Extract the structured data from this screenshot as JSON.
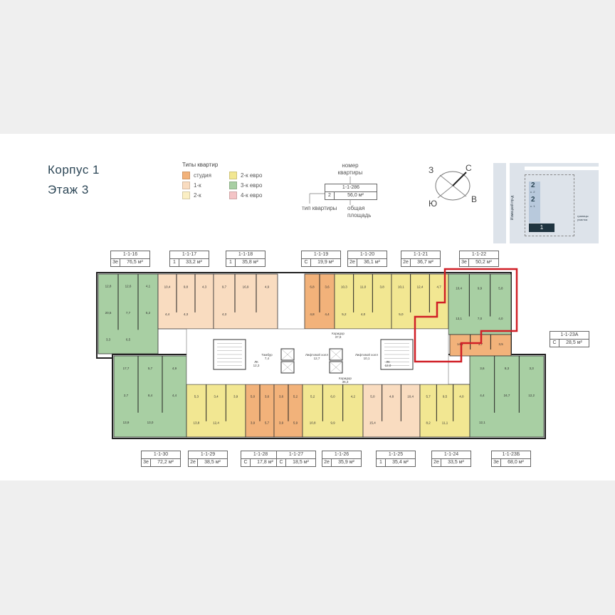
{
  "header": {
    "building": "Корпус 1",
    "floor": "Этаж 3"
  },
  "legend": {
    "title": "Типы квартир",
    "items": [
      {
        "label": "студия",
        "color": "#f2b27a"
      },
      {
        "label": "1-к",
        "color": "#f9dcc0"
      },
      {
        "label": "2-к",
        "color": "#fbefc4"
      },
      {
        "label": "2-к евро",
        "color": "#f2e792"
      },
      {
        "label": "3-к евро",
        "color": "#a8cfa3"
      },
      {
        "label": "4-к евро",
        "color": "#f4c4c6"
      }
    ]
  },
  "key": {
    "number_caption": "номер квартиры",
    "example_number": "1-1-286",
    "example_type": "2",
    "example_area": "56,0 м²",
    "type_caption": "тип квартиры",
    "area_caption": "общая площадь"
  },
  "compass": {
    "n": "С",
    "s": "Ю",
    "e": "В",
    "w": "З"
  },
  "site": {
    "street": "Измецкий пр-д",
    "buildings": [
      {
        "num": "2",
        "sub": "с. 2"
      },
      {
        "num": "2",
        "sub": "с. 1"
      },
      {
        "num": "1"
      }
    ],
    "boundary": "границы участка"
  },
  "selected_unit": "1-1-22",
  "units": [
    {
      "num": "1-1-16",
      "type": "3е",
      "area": "76,5 м²",
      "rooms": [
        "12,8",
        "12,6",
        "4,1",
        "20,5",
        "7,7",
        "5,2",
        "3,3",
        "6,5"
      ]
    },
    {
      "num": "1-1-17",
      "type": "1",
      "area": "33,2 м²",
      "rooms": [
        "10,4",
        "9,8",
        "4,3",
        "4,4",
        "4,3"
      ]
    },
    {
      "num": "1-1-18",
      "type": "1",
      "area": "35,8 м²",
      "rooms": [
        "9,7",
        "16,9",
        "4,9",
        "4,3"
      ]
    },
    {
      "num": "1-1-19",
      "type": "С",
      "area": "19,9 м²",
      "rooms": [
        "6,8",
        "3,6",
        "4,8",
        "4,4"
      ]
    },
    {
      "num": "1-1-20",
      "type": "2е",
      "area": "36,1 м²",
      "rooms": [
        "10,3",
        "11,0",
        "3,8",
        "5,2",
        "4,0"
      ]
    },
    {
      "num": "1-1-21",
      "type": "2е",
      "area": "36,7 м²",
      "rooms": [
        "10,1",
        "12,4",
        "4,7",
        "5,0"
      ]
    },
    {
      "num": "1-1-22",
      "type": "3е",
      "area": "50,2 м²",
      "rooms": [
        "10,4",
        "9,9",
        "5,8",
        "13,1",
        "7,0",
        "4,0"
      ]
    },
    {
      "num": "1-1-23А",
      "type": "С",
      "area": "28,5 м²",
      "rooms": [
        "14,1",
        "3,7",
        "3,5"
      ]
    },
    {
      "num": "1-1-30",
      "type": "3е",
      "area": "72,2 м²",
      "rooms": [
        "17,7",
        "5,7",
        "4,9",
        "2,7",
        "8,4",
        "4,4",
        "13,9",
        "13,0"
      ]
    },
    {
      "num": "1-1-29",
      "type": "2е",
      "area": "38,5 м²",
      "rooms": [
        "5,3",
        "3,4",
        "3,9",
        "13,8",
        "12,4"
      ]
    },
    {
      "num": "1-1-28",
      "type": "С",
      "area": "17,8 м²",
      "rooms": [
        "5,0",
        "3,6",
        "3,9",
        "5,7"
      ]
    },
    {
      "num": "1-1-27",
      "type": "С",
      "area": "18,5 м²",
      "rooms": [
        "3,6",
        "5,2",
        "3,9",
        "5,9"
      ]
    },
    {
      "num": "1-1-26",
      "type": "2е",
      "area": "35,9 м²",
      "rooms": [
        "5,2",
        "6,0",
        "4,2",
        "10,8",
        "9,9"
      ]
    },
    {
      "num": "1-1-25",
      "type": "1",
      "area": "35,4 м²",
      "rooms": [
        "5,0",
        "4,8",
        "10,4",
        "15,4"
      ]
    },
    {
      "num": "1-1-24",
      "type": "2е",
      "area": "33,5 м²",
      "rooms": [
        "5,7",
        "9,5",
        "4,0",
        "8,2",
        "11,1"
      ]
    },
    {
      "num": "1-1-23Б",
      "type": "3е",
      "area": "68,0 м²",
      "rooms": [
        "3,6",
        "8,3",
        "3,3",
        "4,4",
        "24,7",
        "12,2",
        "12,1"
      ]
    }
  ],
  "common": [
    {
      "label": "Коридор",
      "area": "37,9"
    },
    {
      "label": "Тамбур",
      "area": "7,4"
    },
    {
      "label": "ЛК",
      "area": "12,3"
    },
    {
      "label": "Лифтовой холл",
      "area": "12,7"
    },
    {
      "label": "Лифтовой холл",
      "area": "10,1"
    },
    {
      "label": "ЛК",
      "area": "12,0"
    },
    {
      "label": "Коридор",
      "area": "36,3"
    }
  ]
}
